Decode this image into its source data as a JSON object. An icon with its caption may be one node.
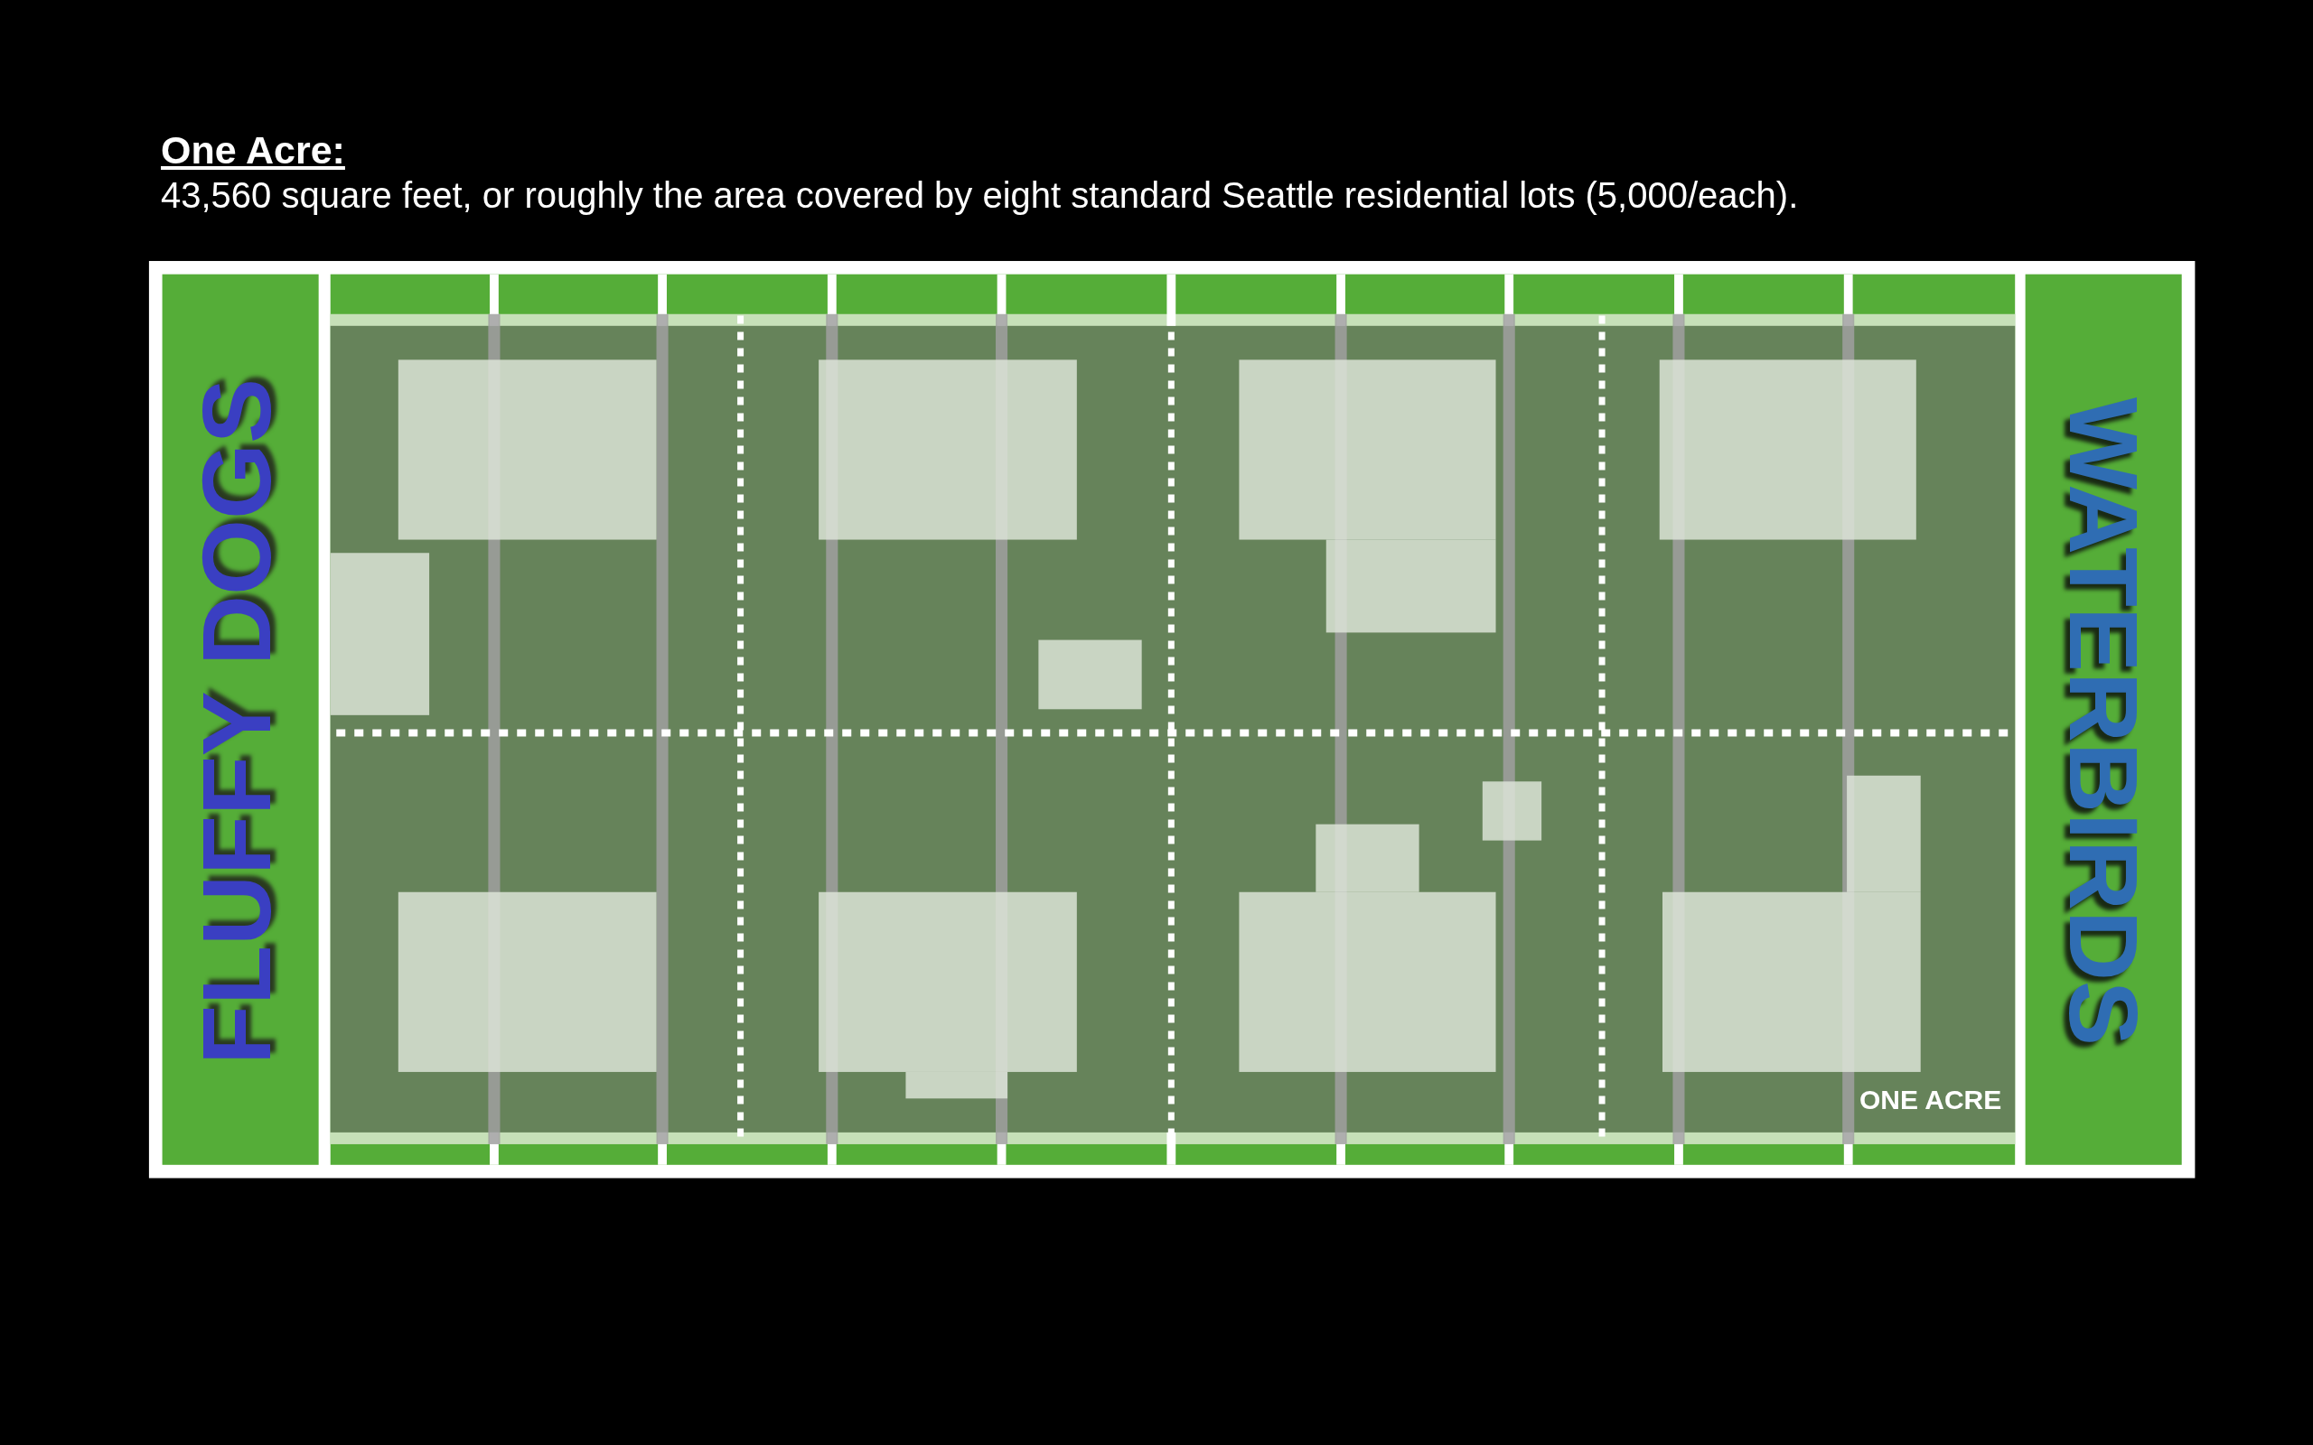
{
  "diagram": {
    "title": "One Acre:",
    "labels": [
      "43,560 square feet, or roughly the area covered by eight standard Seattle residential lots (5,000/each).",
      "FLUFFY DOGS",
      "WATERBIRDS",
      "ONE ACRE"
    ]
  }
}
